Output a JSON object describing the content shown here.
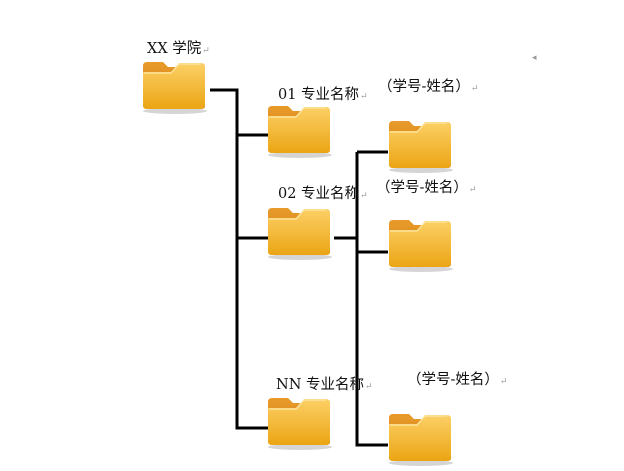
{
  "root": {
    "label": "XX 学院"
  },
  "majors": [
    {
      "label": "01 专业名称",
      "student_label": "（学号-姓名）"
    },
    {
      "label": "02 专业名称",
      "student_label": "（学号-姓名）"
    },
    {
      "label": "NN 专业名称",
      "student_label": "（学号-姓名）"
    }
  ],
  "return_mark": "↵",
  "colors": {
    "connector": "#000000",
    "folder_top": "#f9c446",
    "folder_bottom": "#eea913",
    "folder_tab": "#e3901f",
    "folder_shadow": "#c9c9c9"
  },
  "icons": [
    "folder-icon"
  ]
}
